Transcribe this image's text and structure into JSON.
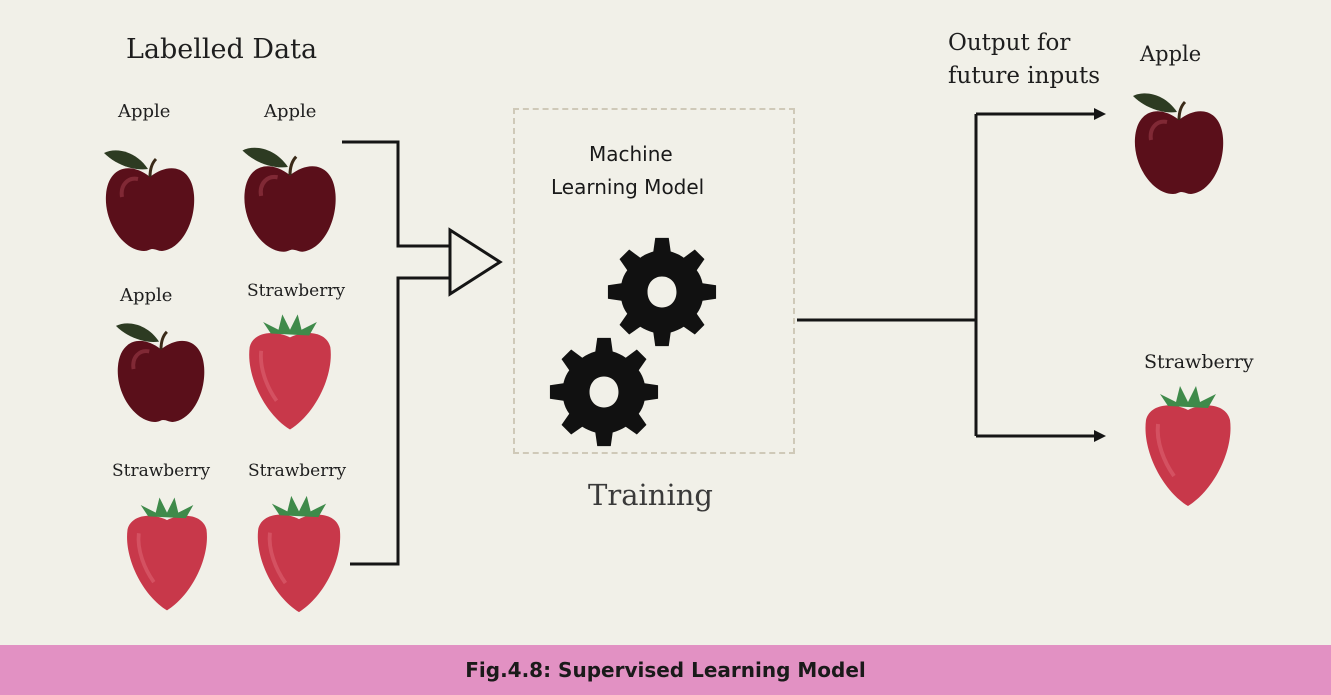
{
  "diagram": {
    "labelled_data_title": "Labelled Data",
    "training_samples": [
      {
        "label": "Apple",
        "kind": "apple"
      },
      {
        "label": "Apple",
        "kind": "apple"
      },
      {
        "label": "Apple",
        "kind": "apple"
      },
      {
        "label": "Strawberry",
        "kind": "strawberry"
      },
      {
        "label": "Strawberry",
        "kind": "strawberry"
      },
      {
        "label": "Strawberry",
        "kind": "strawberry"
      }
    ],
    "model_label_line1": "Machine",
    "model_label_line2": "Learning Model",
    "training_label": "Training",
    "output_title_line1": "Output for",
    "output_title_line2": "future inputs",
    "outputs": [
      {
        "label": "Apple",
        "kind": "apple"
      },
      {
        "label": "Strawberry",
        "kind": "strawberry"
      }
    ],
    "caption": "Fig.4.8: Supervised Learning Model"
  },
  "icons": [
    "apple-icon",
    "strawberry-icon",
    "gear-icon",
    "arrow-right-icon"
  ],
  "colors": {
    "background": "#f1f0e8",
    "caption_band": "#e291c3",
    "apple": "#5a0f1a",
    "strawberry": "#c8384a",
    "leaf": "#3f8a4a",
    "gear": "#111111",
    "line": "#151515"
  }
}
